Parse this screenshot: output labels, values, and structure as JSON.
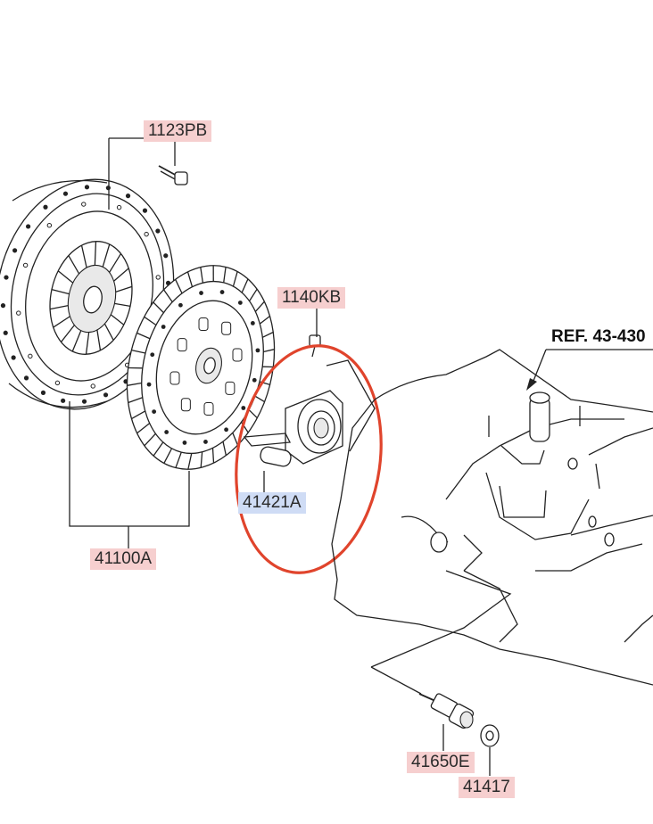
{
  "colors": {
    "label_bg": "#f6cfcf",
    "label_selected_bg": "#cfdcf5",
    "highlight_ring": "#e0442c",
    "line": "#222222"
  },
  "labels": {
    "bolt_1123PB": "1123PB",
    "bolt_1140KB": "1140KB",
    "ref": "REF. 43-430",
    "bearing_41421A": "41421A",
    "clutch_set_41100A": "41100A",
    "sensor_41650E": "41650E",
    "nut_41417": "41417"
  },
  "selected_part": "41421A"
}
